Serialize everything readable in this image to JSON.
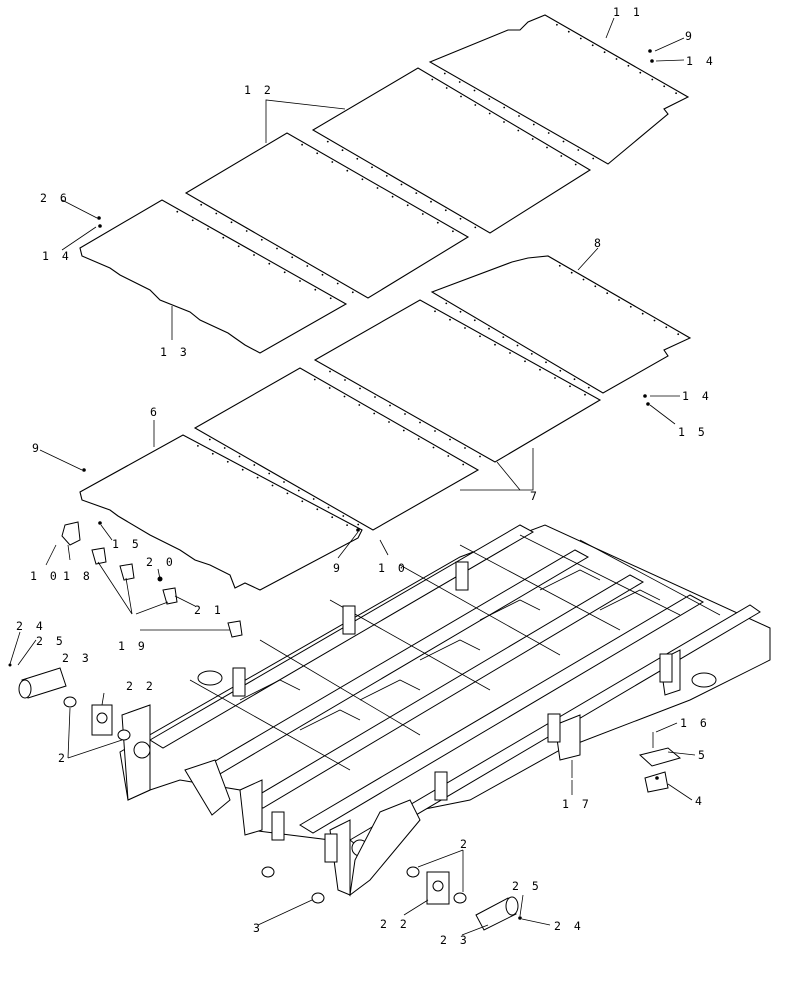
{
  "callouts": [
    {
      "id": "c11a",
      "text": "1 1"
    },
    {
      "id": "c9a",
      "text": "9"
    },
    {
      "id": "c14a",
      "text": "1 4"
    },
    {
      "id": "c12",
      "text": "1 2"
    },
    {
      "id": "c26",
      "text": "2 6"
    },
    {
      "id": "c14b",
      "text": "1 4"
    },
    {
      "id": "c13",
      "text": "1 3"
    },
    {
      "id": "c8",
      "text": "8"
    },
    {
      "id": "c14c",
      "text": "1 4"
    },
    {
      "id": "c15a",
      "text": "1 5"
    },
    {
      "id": "c6",
      "text": "6"
    },
    {
      "id": "c9b",
      "text": "9"
    },
    {
      "id": "c7",
      "text": "7"
    },
    {
      "id": "c15b",
      "text": "1 5"
    },
    {
      "id": "c9c",
      "text": "9"
    },
    {
      "id": "c10a",
      "text": "1 0"
    },
    {
      "id": "c10b",
      "text": "1 0"
    },
    {
      "id": "c18",
      "text": "1 8"
    },
    {
      "id": "c20",
      "text": "2 0"
    },
    {
      "id": "c21",
      "text": "2 1"
    },
    {
      "id": "c19",
      "text": "1 9"
    },
    {
      "id": "c24a",
      "text": "2 4"
    },
    {
      "id": "c25a",
      "text": "2 5"
    },
    {
      "id": "c23a",
      "text": "2 3"
    },
    {
      "id": "c22a",
      "text": "2 2"
    },
    {
      "id": "c2a",
      "text": "2"
    },
    {
      "id": "c16",
      "text": "1 6"
    },
    {
      "id": "c5",
      "text": "5"
    },
    {
      "id": "c4",
      "text": "4"
    },
    {
      "id": "c17",
      "text": "1 7"
    },
    {
      "id": "c2b",
      "text": "2"
    },
    {
      "id": "c25b",
      "text": "2 5"
    },
    {
      "id": "c3",
      "text": "3"
    },
    {
      "id": "c22b",
      "text": "2 2"
    },
    {
      "id": "c23b",
      "text": "2 3"
    },
    {
      "id": "c24b",
      "text": "2 4"
    }
  ]
}
